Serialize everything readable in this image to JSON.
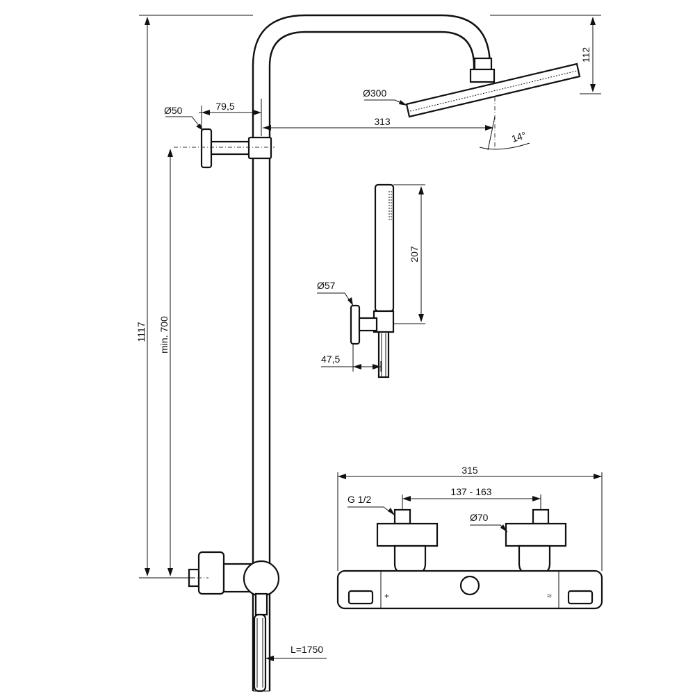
{
  "dimensions": {
    "total_height": "1117",
    "min_height": "min. 700",
    "wall_flange_diameter": "Ø50",
    "wall_offset": "79,5",
    "arm_reach": "313",
    "head_diameter": "Ø300",
    "head_drop": "112",
    "head_angle": "14°",
    "hand_shower_length": "207",
    "hand_flange_diameter": "Ø57",
    "hand_offset": "47,5",
    "hose_length": "L=1750",
    "mixer_width": "315",
    "thread": "G 1/2",
    "inlet_spacing": "137 - 163",
    "connector_diameter": "Ø70"
  },
  "mixer_markings": {
    "left_mark": "+",
    "right_mark": "≈"
  }
}
